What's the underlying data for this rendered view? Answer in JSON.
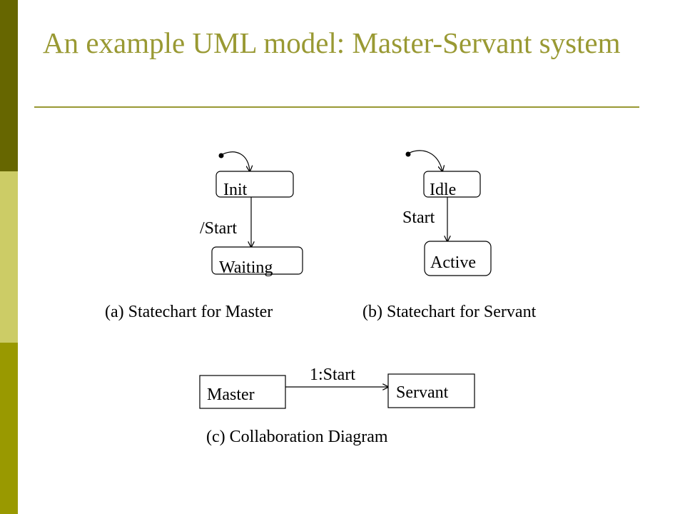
{
  "slide": {
    "title": "An example UML model: Master-Servant system",
    "colors": {
      "title": "#999933",
      "sidebar_dark": "#666600",
      "sidebar_light": "#cccc66",
      "sidebar_mid": "#999900"
    }
  },
  "master_statechart": {
    "initial_state": "Init",
    "transition_label": "/Start",
    "target_state": "Waiting",
    "caption": "(a) Statechart for Master"
  },
  "servant_statechart": {
    "initial_state": "Idle",
    "transition_label": "Start",
    "target_state": "Active",
    "caption": "(b) Statechart for Servant"
  },
  "collaboration": {
    "object_master": "Master",
    "message": "1:Start",
    "object_servant": "Servant",
    "caption": "(c) Collaboration Diagram"
  }
}
